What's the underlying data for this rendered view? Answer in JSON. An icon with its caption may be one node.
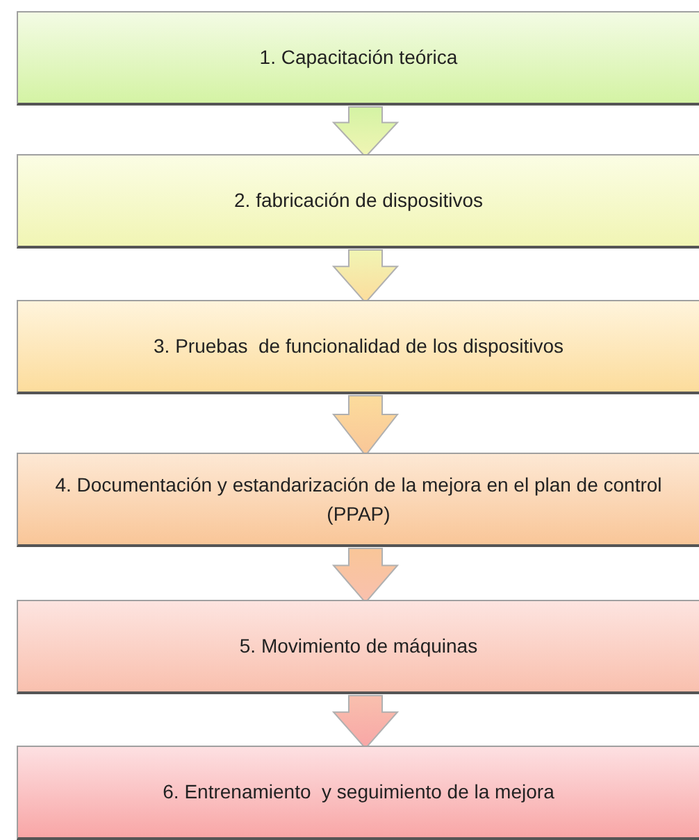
{
  "diagram": {
    "nodes": [
      {
        "text": [
          "1. Capacitación teórica"
        ]
      },
      {
        "text": [
          "2. fabricación de dispositivos"
        ]
      },
      {
        "text": [
          "3. Pruebas  de funcionalidad de los dispositivos"
        ]
      },
      {
        "text": [
          "4. Documentación y estandarización de la mejora en el plan de control (PPAP)"
        ]
      },
      {
        "text": [
          "5. Movimiento de máquinas"
        ]
      },
      {
        "text": [
          "6. Entrenamiento  y seguimiento de la mejora"
        ]
      }
    ],
    "edges": [
      {
        "from": 0,
        "to": 1,
        "arrow": "to"
      },
      {
        "from": 1,
        "to": 2,
        "arrow": "to"
      },
      {
        "from": 2,
        "to": 3,
        "arrow": "to"
      },
      {
        "from": 3,
        "to": 4,
        "arrow": "to"
      },
      {
        "from": 4,
        "to": 5,
        "arrow": "to"
      }
    ]
  }
}
